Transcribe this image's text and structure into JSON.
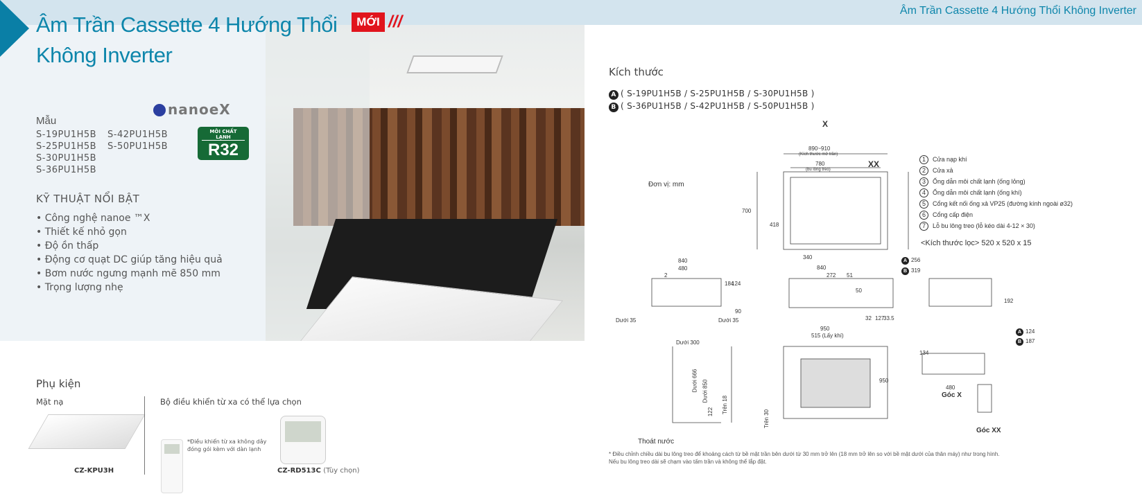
{
  "header": {
    "title_line1": "Âm Trần Cassette 4 Hướng Thổi",
    "title_line2": "Không Inverter",
    "new_badge": "MỚI",
    "slashes": "///",
    "right_title": "Âm Trần Cassette 4 Hướng Thổi Không Inverter"
  },
  "brand": {
    "nanoe_logo": "nanoeX",
    "refrigerant_label": "MÔI CHẤT LẠNH",
    "refrigerant": "R32",
    "refrigerant_color": "#166a36"
  },
  "models": {
    "label": "Mẫu",
    "items": [
      "S-19PU1H5B",
      "S-42PU1H5B",
      "S-25PU1H5B",
      "S-50PU1H5B",
      "S-30PU1H5B",
      "",
      "S-36PU1H5B",
      ""
    ]
  },
  "features": {
    "heading": "KỸ THUẬT NỔI BẬT",
    "items": [
      "Công nghệ  nanoe ™X",
      "Thiết kế nhỏ gọn",
      "Độ ồn thấp",
      "Động cơ quạt DC giúp tăng hiệu quả",
      "Bơm nước ngưng mạnh mẽ 850 mm",
      "Trọng lượng nhẹ"
    ]
  },
  "accessories": {
    "heading": "Phụ kiện",
    "panel_label": "Mặt nạ",
    "panel_model": "CZ-KPU3H",
    "remote_label": "Bộ điều khiển từ xa có thể lựa chọn",
    "remote_note1": "*Điều khiển từ xa không dây",
    "remote_note2": "đóng gói kèm với dàn lạnh",
    "wired_model": "CZ-RD513C",
    "wired_note": "(Tùy chọn)"
  },
  "dimensions": {
    "heading": "Kích thước",
    "group_a": {
      "badge": "A",
      "models": "( S-19PU1H5B / S-25PU1H5B / S-30PU1H5B )"
    },
    "group_b": {
      "badge": "B",
      "models": "( S-36PU1H5B / S-42PU1H5B / S-50PU1H5B )"
    },
    "unit": "Đơn vị: mm",
    "legend": [
      "Cửa nạp khí",
      "Cửa xả",
      "Ống dẫn môi chất lạnh (ống lỏng)",
      "Ống dẫn môi chất lạnh (ống khí)",
      "Cổng kết nối ống xả VP25 (đường kính ngoài ø32)",
      "Cổng cấp điện",
      "Lỗ bu lông treo (lỗ kéo dài 4-12 × 30)"
    ],
    "filter": "<Kích thước lọc> 520 x 520 x 15",
    "labels": {
      "x": "X",
      "xx": "XX",
      "l890": "890~910",
      "l890s": "(Kích thước mở trần)",
      "l780": "780",
      "l780s": "(bu lông treo)",
      "l700": "700",
      "l418": "418",
      "l340": "340",
      "l840a": "840",
      "l480a": "480",
      "l2": "2",
      "l184": "184",
      "l124": "124",
      "l90": "90",
      "duoi35a": "Dưới 35",
      "duoi35b": "Dưới 35",
      "l840b": "840",
      "l272": "272",
      "l51": "51",
      "l50": "50",
      "l32": "32",
      "l127": "127",
      "l335": "33.5",
      "a256": "256",
      "b319": "319",
      "l192": "192",
      "l950": "950",
      "l515": "515 (Lấy khí)",
      "l950v": "950",
      "a124": "124",
      "b187": "187",
      "l134": "134",
      "l480b": "480",
      "goc_x": "Góc X",
      "goc_xx": "Góc XX",
      "duoi300": "Dưới 300",
      "l666": "Dưới 666",
      "l850": "Dưới 850",
      "l122": "122",
      "tren18": "Trên 18",
      "tren30": "Trên 30",
      "thoat": "Thoát nước"
    },
    "footnote1": "* Điều chỉnh chiều dài bu lông treo để khoảng cách từ bề mặt trần bên dưới từ 30 mm trở lên (18 mm trở lên so với bề mặt dưới của thân máy) như trong hình.",
    "footnote2": "Nếu bu lông treo dài sẽ chạm vào tấm trần và không thể lắp đặt."
  },
  "colors": {
    "accent": "#0e86ab",
    "new_red": "#e1141d",
    "band": "#d3e4ee"
  }
}
